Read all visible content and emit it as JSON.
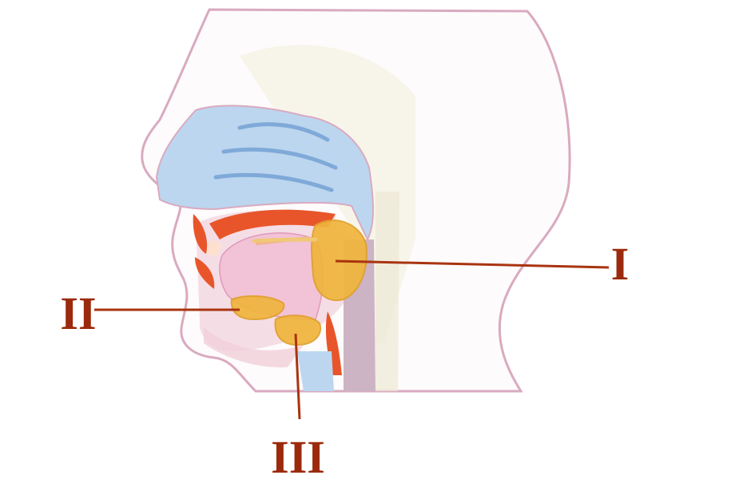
{
  "labels": {
    "one": "I",
    "two": "II",
    "three": "III"
  },
  "colors": {
    "leader": "#a93410",
    "label": "#9b2a0c",
    "head_outline": "#d9aac0",
    "nasal": "#bcd6ef",
    "gland": "#f0b43c",
    "gland_dark": "#e0a02a",
    "lips": "#e8552a",
    "throat": "#ccb4c4"
  }
}
